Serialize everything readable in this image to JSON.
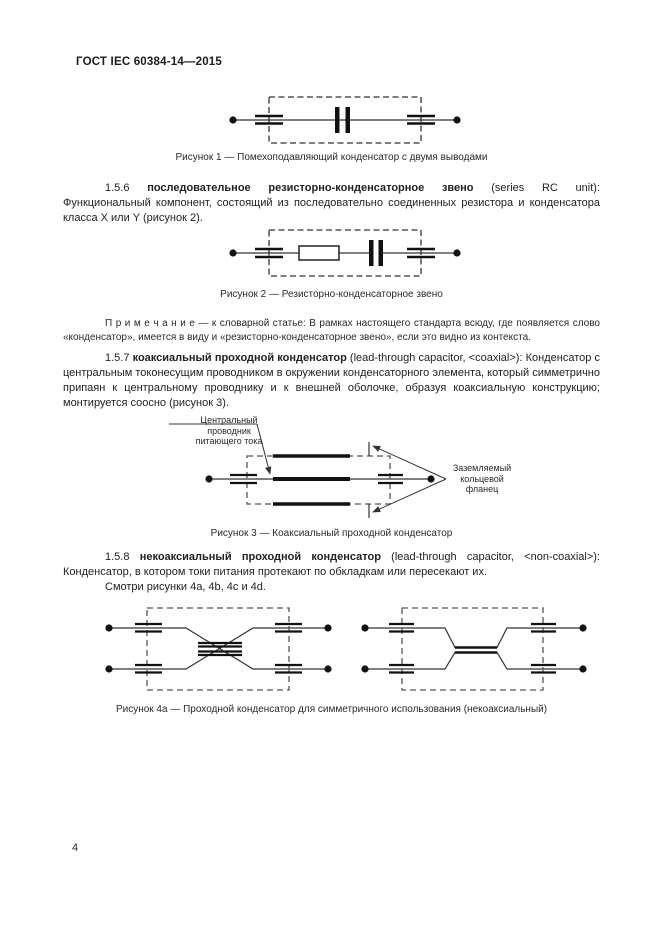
{
  "page": {
    "header": "ГОСТ IEC 60384-14—2015",
    "page_number": "4"
  },
  "sections": {
    "s156": {
      "number": "1.5.6",
      "term": "последовательное резисторно-конденсаторное звено",
      "body": "(series RC unit): Функциональный компонент, состоящий из последовательно соединенных резистора и конденсатора класса X или Y (рисунок 2)."
    },
    "note": "П р и м е ч а н и е — к словарной статье: В рамках настоящего стандарта всюду, где появляется слово «конденсатор», имеется в виду и «резисторно-конденсаторное звено», если это видно из контекста.",
    "s157": {
      "number": "1.5.7",
      "term": "коаксиальный проходной конденсатор",
      "body": "(lead-through capacitor, <coaxial>): Конденсатор с центральным токонесущим проводником в окружении конденсаторного элемента, который симметрично припаян к центральному проводнику и к внешней оболочке, образуя коаксиальную конструкцию; монтируется соосно (рисунок 3)."
    },
    "s158": {
      "number": "1.5.8",
      "term": "некоаксиальный проходной конденсатор",
      "body": "(lead-through capacitor, <non-coaxial>): Конденсатор, в котором токи питания протекают по обкладкам или пересекают их.",
      "see_also": "Смотри рисунки 4a, 4b, 4c и 4d."
    }
  },
  "figures": {
    "fig1": {
      "caption": "Рисунок 1 — Помехоподавляющий конденсатор с двумя выводами"
    },
    "fig2": {
      "caption": "Рисунок 2 — Резисторно-конденсаторное звено"
    },
    "fig3": {
      "caption": "Рисунок 3 — Коаксиальный проходной конденсатор",
      "label_center_conductor": "Центральный\nпроводник\nпитающего тока",
      "label_flange": "Заземляемый\nкольцевой\nфланец"
    },
    "fig4a": {
      "caption": "Рисунок 4a — Проходной конденсатор для симметричного использования (некоаксиальный)"
    }
  },
  "colors": {
    "ink": "#222222",
    "line": "#333333",
    "dot": "#111111"
  }
}
